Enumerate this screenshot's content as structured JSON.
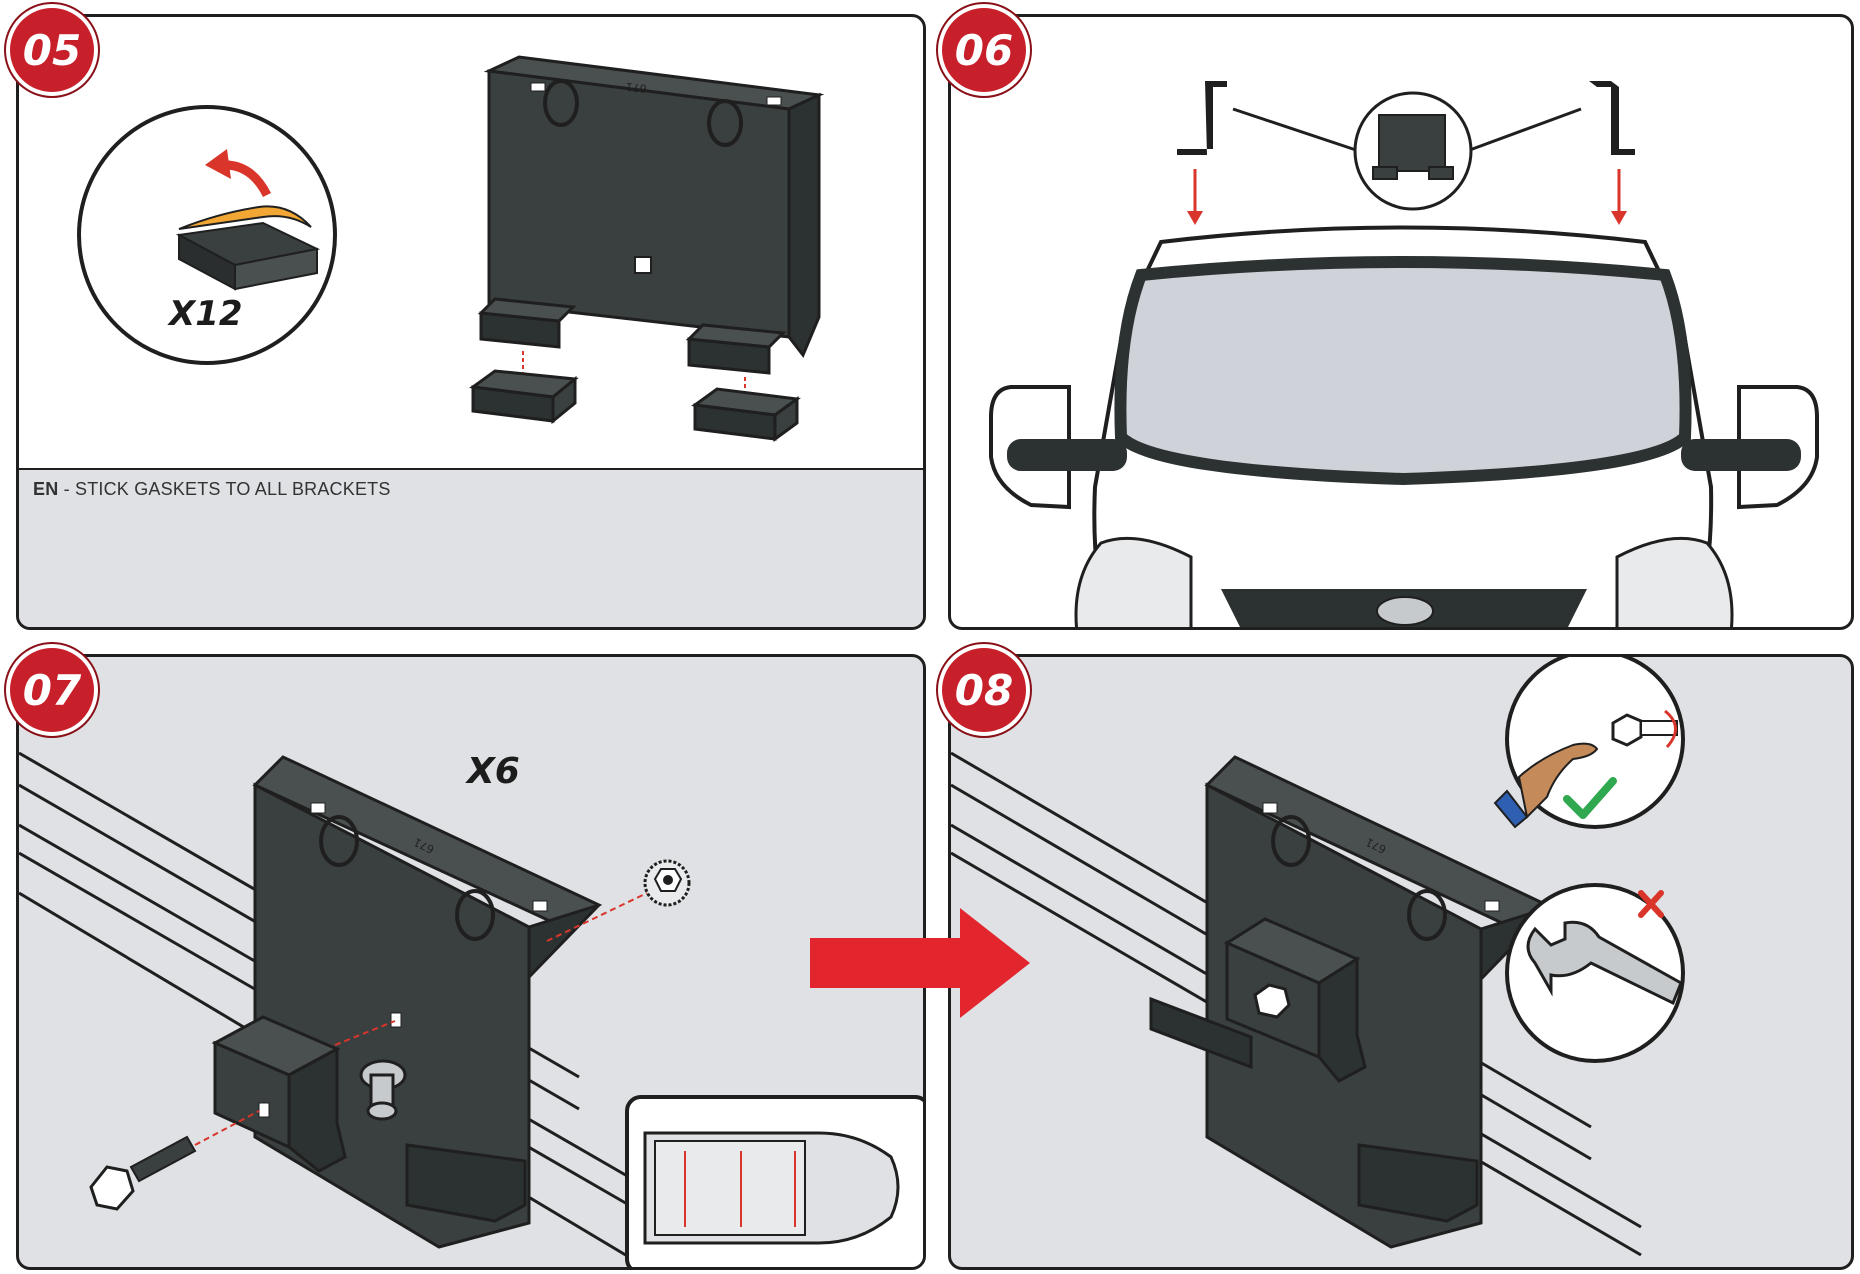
{
  "steps": [
    {
      "number": "05",
      "multiplier": "X12",
      "caption_lang": "EN",
      "caption_text": " - STICK GASKETS TO ALL BRACKETS",
      "bracket_mark": "671"
    },
    {
      "number": "06"
    },
    {
      "number": "07",
      "multiplier": "X6",
      "bracket_mark": "671"
    },
    {
      "number": "08",
      "bracket_mark": "671"
    }
  ],
  "colors": {
    "badge": "#c8202b",
    "bracket": "#3a3f3f",
    "arrow": "#e3262e",
    "panel_bg": "#dfe1e4",
    "check": "#2fa84f"
  },
  "icons": [
    "gasket-peel-icon",
    "bracket-icon",
    "van-front-icon",
    "flange-nut-icon",
    "bolt-icon",
    "t-slot-nut-icon",
    "van-top-icon",
    "hand-bolt-icon",
    "check-icon",
    "wrench-icon",
    "cross-icon",
    "arrow-right-icon"
  ]
}
